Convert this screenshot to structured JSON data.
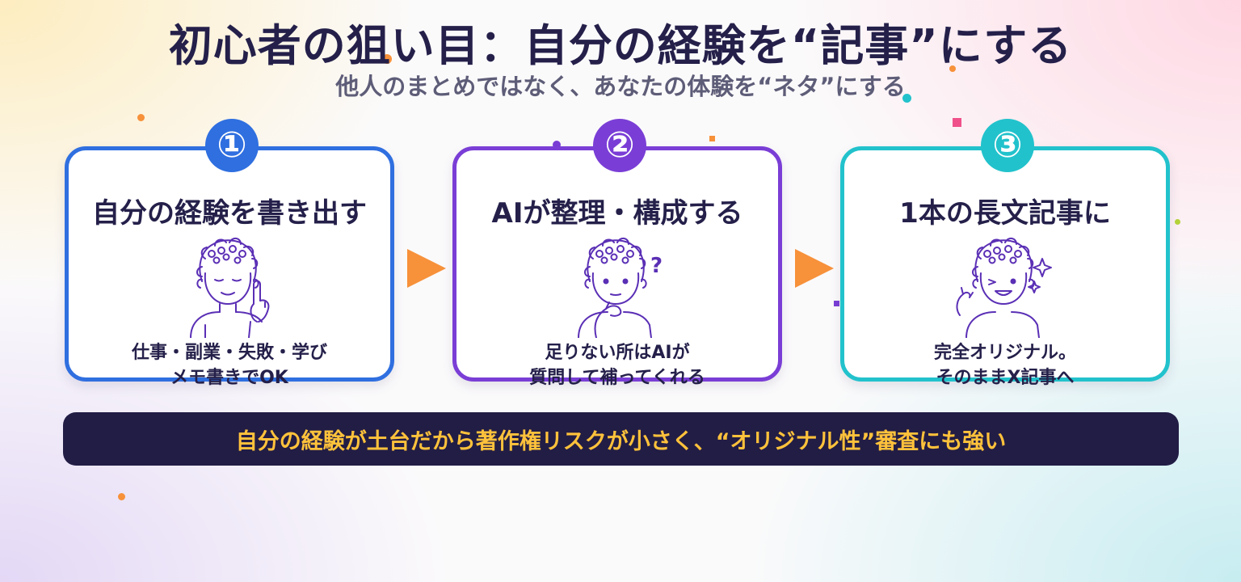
{
  "header": {
    "title": "初心者の狙い目：自分の経験を“記事”にする",
    "subtitle": "他人のまとめではなく、あなたの体験を“ネタ”にする"
  },
  "steps": [
    {
      "number": "①",
      "title": "自分の経験を書き出す",
      "desc_line1": "仕事・副業・失敗・学び",
      "desc_line2": "メモ書きでOK",
      "color": "#2f6fe0"
    },
    {
      "number": "②",
      "title": "AIが整理・構成する",
      "desc_line1": "足りない所はAIが",
      "desc_line2": "質問して補ってくれる",
      "color": "#7a3ed6"
    },
    {
      "number": "③",
      "title": "1本の長文記事に",
      "desc_line1": "完全オリジナル。",
      "desc_line2": "そのままX記事へ",
      "color": "#22c2cc"
    }
  ],
  "figure_marks": {
    "question": "?"
  },
  "banner": {
    "text": "自分の経験が土台だから著作権リスクが小さく、“オリジナル性”審査にも強い"
  },
  "colors": {
    "accent_orange": "#f7913a",
    "banner_bg": "#221d45",
    "banner_text": "#ffc23b",
    "ink": "#24204a"
  }
}
